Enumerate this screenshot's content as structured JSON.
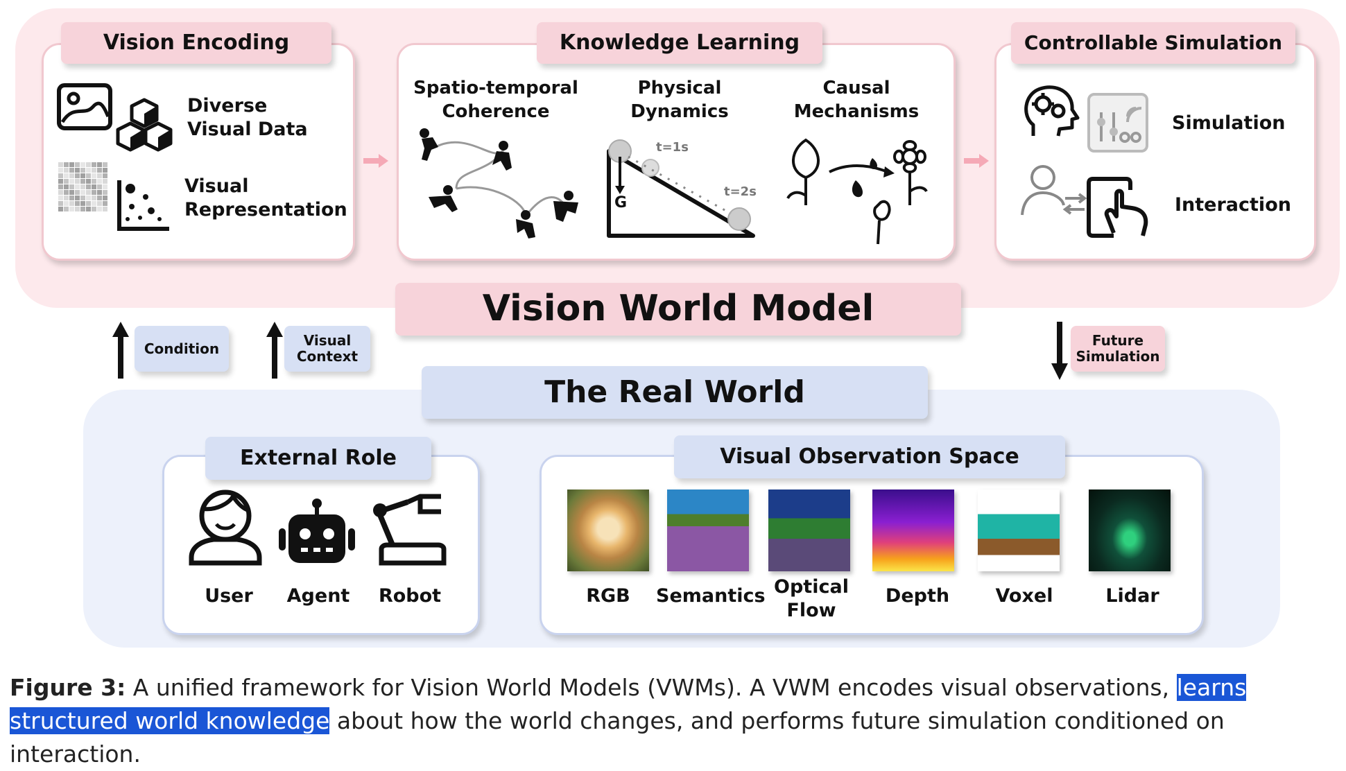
{
  "top": {
    "vision_encoding": {
      "title": "Vision Encoding",
      "item1": "Diverse\nVisual Data",
      "item2": "Visual\nRepresentation"
    },
    "knowledge_learning": {
      "title": "Knowledge Learning",
      "col1": "Spatio-temporal\nCoherence",
      "col2": "Physical\nDynamics",
      "col3": "Causal\nMechanisms",
      "t1": "t=1s",
      "t2": "t=2s",
      "g": "G"
    },
    "controllable_simulation": {
      "title": "Controllable Simulation",
      "item1": "Simulation",
      "item2": "Interaction"
    }
  },
  "center": {
    "vwm": "Vision World Model",
    "real_world": "The Real World",
    "condition": "Condition",
    "visual_context": "Visual\nContext",
    "future_simulation": "Future\nSimulation"
  },
  "bottom": {
    "external_role": {
      "title": "External Role",
      "user": "User",
      "agent": "Agent",
      "robot": "Robot"
    },
    "visual_observation": {
      "title": "Visual Observation Space",
      "rgb": "RGB",
      "semantics": "Semantics",
      "optical_flow": "Optical\nFlow",
      "depth": "Depth",
      "voxel": "Voxel",
      "lidar": "Lidar"
    }
  },
  "caption": {
    "label": "Figure 3:",
    "text1": " A unified framework for Vision World Models (VWMs). A VWM encodes visual observations, ",
    "highlight": "learns structured world knowledge",
    "text2": " about how the world changes, and performs future simulation conditioned on interaction."
  },
  "colors": {
    "pink_panel": "#fde9ec",
    "blue_panel": "#edf1fb",
    "pink_tab": "#f7d3da",
    "blue_tab": "#d7e0f4",
    "highlight": "#1a56d6"
  }
}
